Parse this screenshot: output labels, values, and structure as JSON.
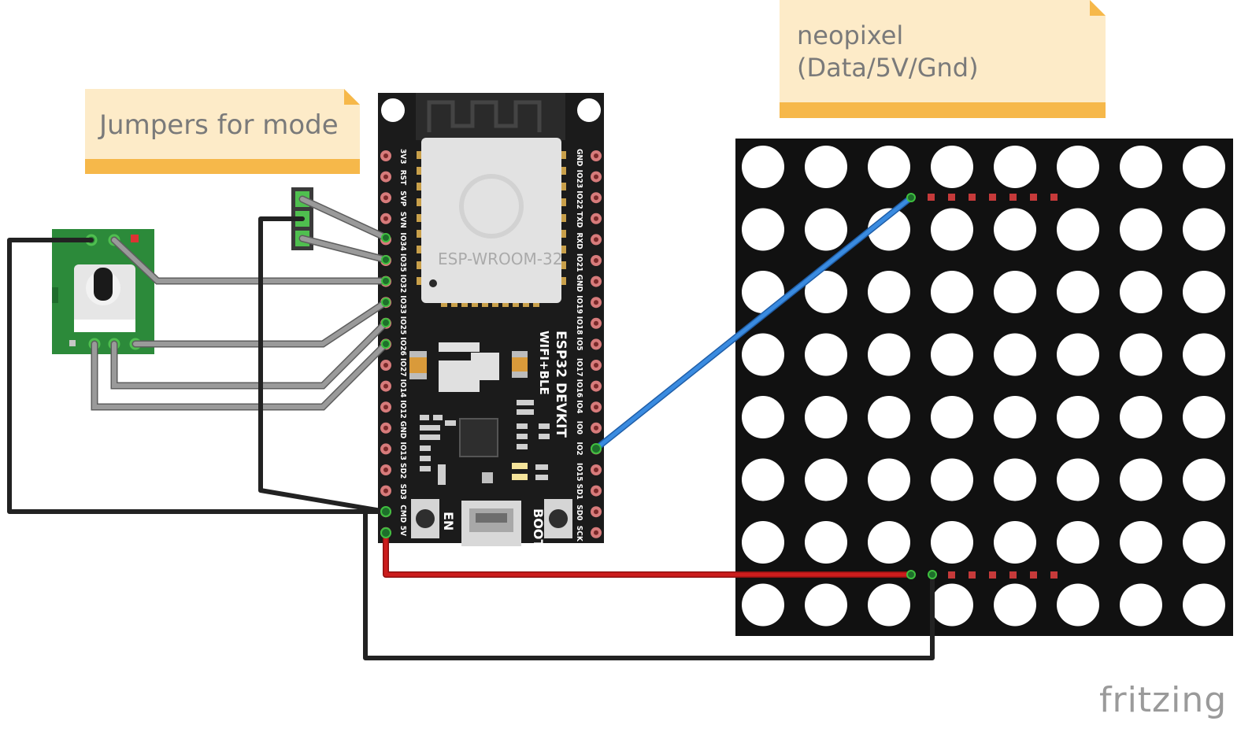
{
  "notes": {
    "mode": {
      "text": "Jumpers for mode"
    },
    "neopixel": {
      "line1": "neopixel",
      "line2": "(Data/5V/Gnd)"
    }
  },
  "board": {
    "title": "ESP32 DEVKIT",
    "subtitle": "WIFI+BLE",
    "module": "ESP-WROOM-32",
    "en_label": "EN",
    "boot_label": "BOOT",
    "left_pins": [
      "3V3",
      "RST",
      "SVP",
      "SVN",
      "IO34",
      "IO35",
      "IO32",
      "IO33",
      "IO25",
      "IO26",
      "IO27",
      "IO14",
      "IO12",
      "GND",
      "IO13",
      "SD2",
      "SD3",
      "CMD",
      "5V"
    ],
    "right_pins": [
      "GND",
      "IO23",
      "IO22",
      "TXD",
      "RXD",
      "IO21",
      "GND",
      "IO19",
      "IO18",
      "IO5",
      "IO17",
      "IO16",
      "IO4",
      "IO0",
      "IO2",
      "IO15",
      "SD1",
      "SD0",
      "SCK"
    ]
  },
  "matrix": {
    "rows": 8,
    "cols": 8
  },
  "logo": "fritzing",
  "colors": {
    "note_bg": "#fdebc8",
    "note_strip": "#f6b84a",
    "board": "#1b1b1b",
    "pin_pad": "#d77b7b",
    "wire_black": "#2a2a2a",
    "wire_gray": "#8e8e8e",
    "wire_blue": "#2f7dd6",
    "wire_red": "#cc1d1d",
    "matrix_bg": "#111111"
  }
}
